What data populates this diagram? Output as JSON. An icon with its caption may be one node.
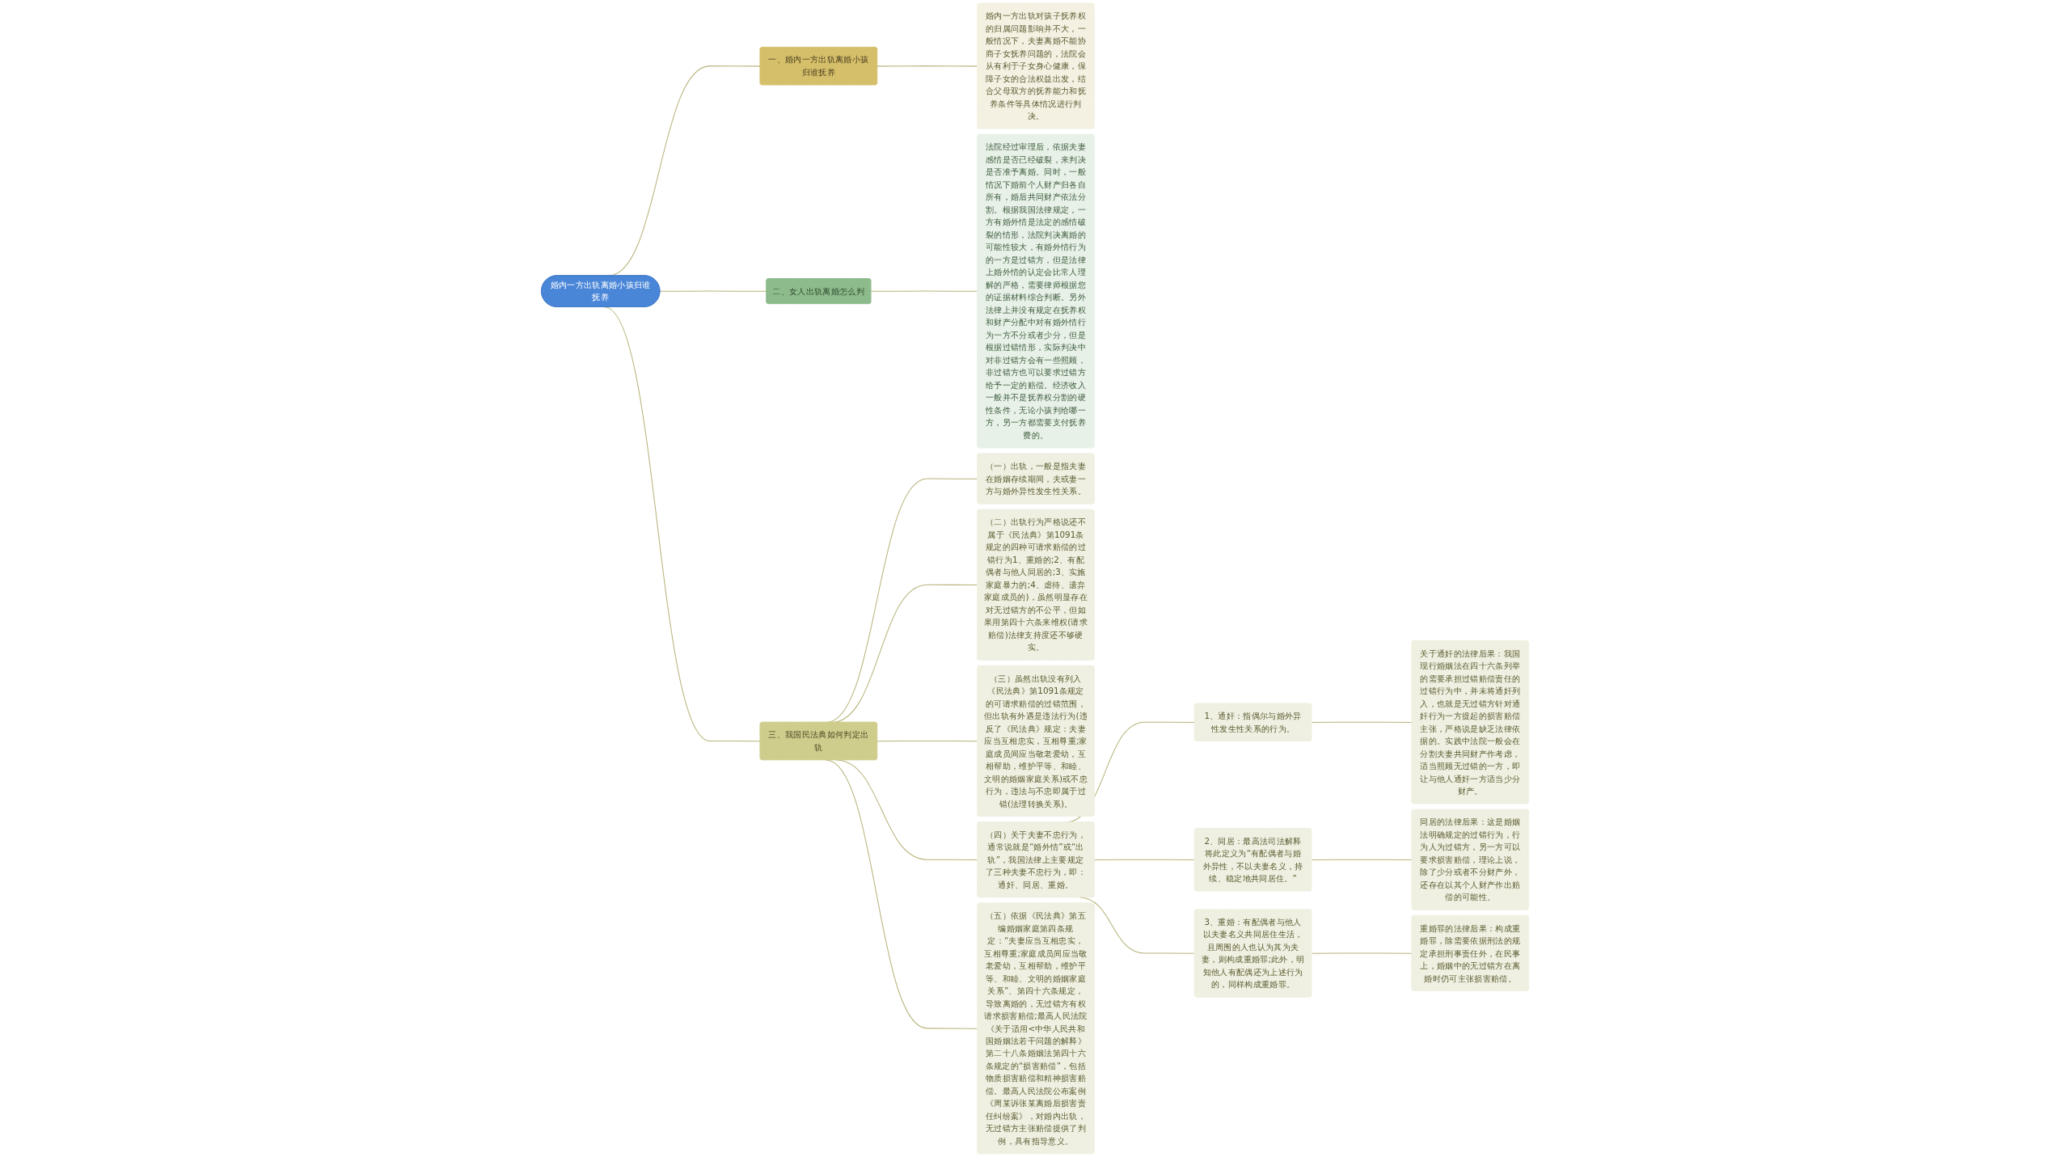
{
  "diagram": {
    "nodes": [
      {
        "text": [
          "婚内一方出轨离婚小孩归谁抚养"
        ]
      },
      {
        "text": [
          "一、婚内一方出轨离婚小孩归谁抚养"
        ]
      },
      {
        "text": [
          "婚内一方出轨对孩子抚养权的归属问题影响并不大，一般情况下，夫妻离婚不能协商子女抚养问题的，法院会从有利于子女身心健康，保障子女的合法权益出发，结合父母双方的抚养能力和抚养条件等具体情况进行判决。"
        ]
      },
      {
        "text": [
          "二、女人出轨离婚怎么判"
        ]
      },
      {
        "text": [
          "法院经过审理后，依据夫妻感情是否已经破裂，来判决是否准予离婚。同时，一般情况下婚前个人财产归各自所有，婚后共同财产依法分割。根据我国法律规定，一方有婚外情是法定的感情破裂的情形，法院判决离婚的可能性较大，有婚外情行为的一方是过错方，但是法律上婚外情的认定会比常人理解的严格，需要律师根据您的证据材料综合判断。另外法律上并没有规定在抚养权和财产分配中对有婚外情行为一方不分或者少分，但是根据过错情形，实际判决中对非过错方会有一些照顾，非过错方也可以要求过错方给予一定的赔偿。经济收入一般并不是抚养权分割的硬性条件，无论小孩判给哪一方，另一方都需要支付抚养费的。"
        ]
      },
      {
        "text": [
          "三、我国民法典如何判定出轨"
        ]
      },
      {
        "text": [
          "（一）出轨，一般是指夫妻在婚姻存续期间，夫或妻一方与婚外异性发生性关系。"
        ]
      },
      {
        "text": [
          "（二）出轨行为严格说还不属于《民法典》第1091条规定的四种可请求赔偿的过错行为1、重婚的;2、有配偶者与他人同居的;3、实施家庭暴力的;4、虐待、遗弃家庭成员的)，虽然明显存在对无过错方的不公平，但如果用第四十六条来维权(请求赔偿)法律支持度还不够硬实。"
        ]
      },
      {
        "text": [
          "（三）虽然出轨没有列入《民法典》第1091条规定的可请求赔偿的过错范围，但出轨有外遇是违法行为(违反了《民法典》规定：夫妻应当互相忠实，互相尊重;家庭成员间应当敬老爱幼，互相帮助，维护平等、和睦、文明的婚姻家庭关系)或不忠行为，违法与不忠即属于过错(法理转换关系)。"
        ]
      },
      {
        "text": [
          "（四）关于夫妻不忠行为，通常说就是“婚外情”或“出轨”，我国法律上主要规定了三种夫妻不忠行为，即：通奸、同居、重婚。"
        ]
      },
      {
        "text": [
          "1、通奸：指偶尔与婚外异性发生性关系的行为。"
        ]
      },
      {
        "text": [
          "关于通奸的法律后果：我国现行婚姻法在四十六条列举的需要承担过错赔偿责任的过错行为中，并未将通奸列入，也就是无过错方针对通奸行为一方提起的损害赔偿主张，严格说是缺乏法律依据的。实践中法院一般会在分割夫妻共同财产作考虑，适当照顾无过错的一方，即让与他人通奸一方适当少分财产。"
        ]
      },
      {
        "text": [
          "2、同居：最高法司法解释将此定义为“有配偶者与婚外异性，不以夫妻名义，持续、稳定地共同居住。”"
        ]
      },
      {
        "text": [
          "同居的法律后果：这是婚姻法明确规定的过错行为，行为人为过错方，另一方可以要求损害赔偿，理论上说，除了少分或者不分财产外，还存在以其个人财产作出赔偿的可能性。"
        ]
      },
      {
        "text": [
          "3、重婚：有配偶者与他人以夫妻名义共同居住生活，且周围的人也认为其为夫妻，则构成重婚罪;此外，明知他人有配偶还为上述行为的，同样构成重婚罪。"
        ]
      },
      {
        "text": [
          "重婚罪的法律后果：构成重婚罪，除需要依据刑法的规定承担刑事责任外，在民事上，婚姻中的无过错方在离婚时仍可主张损害赔偿。"
        ]
      },
      {
        "text": [
          "（五）依据《民法典》第五编婚姻家庭第四条规定：“夫妻应当互相忠实，互相尊重;家庭成员间应当敬老爱幼，互相帮助，维护平等、和睦、文明的婚姻家庭关系”、第四十六条规定，导致离婚的，无过错方有权请求损害赔偿;最高人民法院《关于适用<中华人民共和国婚姻法若干问题的解释》第二十八条婚姻法第四十六条规定的“损害赔偿”，包括物质损害赔偿和精神损害赔偿。最高人民法院公布案例《周某诉张某离婚后损害责任纠纷案》，对婚内出轨，无过错方主张赔偿提供了判例，具有指导意义。"
        ]
      }
    ],
    "edges": [
      {
        "from": 0,
        "to": 1,
        "arrow": "none"
      },
      {
        "from": 1,
        "to": 2,
        "arrow": "none"
      },
      {
        "from": 0,
        "to": 3,
        "arrow": "none"
      },
      {
        "from": 3,
        "to": 4,
        "arrow": "none"
      },
      {
        "from": 0,
        "to": 5,
        "arrow": "none"
      },
      {
        "from": 5,
        "to": 6,
        "arrow": "none"
      },
      {
        "from": 5,
        "to": 7,
        "arrow": "none"
      },
      {
        "from": 5,
        "to": 8,
        "arrow": "none"
      },
      {
        "from": 5,
        "to": 9,
        "arrow": "none"
      },
      {
        "from": 9,
        "to": 10,
        "arrow": "none"
      },
      {
        "from": 10,
        "to": 11,
        "arrow": "none"
      },
      {
        "from": 9,
        "to": 12,
        "arrow": "none"
      },
      {
        "from": 12,
        "to": 13,
        "arrow": "none"
      },
      {
        "from": 9,
        "to": 14,
        "arrow": "none"
      },
      {
        "from": 14,
        "to": 15,
        "arrow": "none"
      },
      {
        "from": 5,
        "to": 16,
        "arrow": "none"
      }
    ]
  }
}
